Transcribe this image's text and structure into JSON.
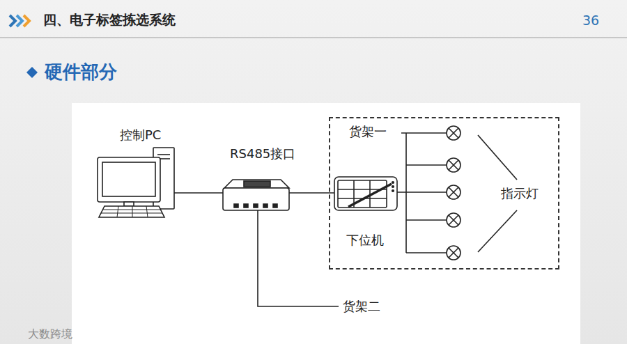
{
  "diagram": {
    "title": "四、电子标签拣选系统",
    "nodes": [
      {
        "text": [
          "控制PC"
        ]
      },
      {
        "text": [
          "RS485接口"
        ]
      },
      {
        "text": [
          "货架一"
        ]
      },
      {
        "text": [
          "下位机"
        ],
        "in": 2
      }
    ],
    "edges": [
      {
        "from": 0,
        "to": 1,
        "arrow": "none"
      },
      {
        "from": 1,
        "to": 3,
        "arrow": "none"
      }
    ],
    "labels": [
      "36",
      "硬件部分",
      "指示灯",
      "货架二",
      "大数跨境"
    ]
  }
}
